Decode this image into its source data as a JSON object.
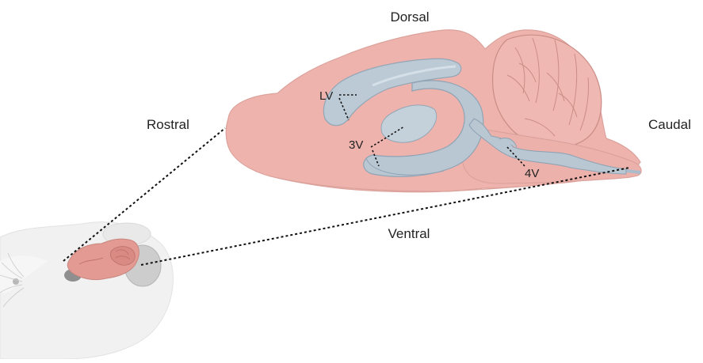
{
  "orientation": {
    "dorsal": "Dorsal",
    "ventral": "Ventral",
    "rostral": "Rostral",
    "caudal": "Caudal"
  },
  "ventricles": {
    "lateral": "LV",
    "third": "3V",
    "fourth": "4V"
  },
  "colors": {
    "brain": "#edb1ac",
    "brain_outline": "#d99a93",
    "ventricle": "#b9c7d3",
    "ventricle_outline": "#8fa3b4",
    "mouse_fur": "#eeeeee"
  }
}
